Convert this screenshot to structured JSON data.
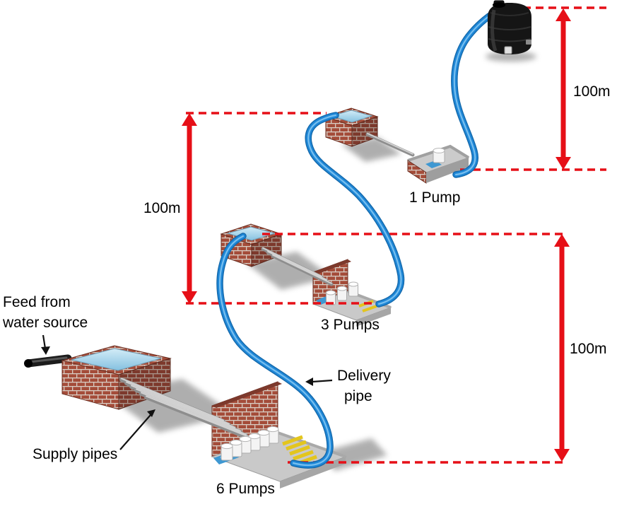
{
  "diagram": {
    "labels": {
      "feed_line1": "Feed from",
      "feed_line2": "water source",
      "supply_pipes": "Supply pipes",
      "delivery_line1": "Delivery",
      "delivery_line2": "pipe",
      "station_top": "1 Pump",
      "station_middle": "3 Pumps",
      "station_bottom": "6 Pumps",
      "elevation_top": "100m",
      "elevation_middle": "100m",
      "elevation_bottom": "100m"
    },
    "colors": {
      "dimension_red": "#e60f17",
      "delivery_pipe_blue": "#1f87d7",
      "delivery_pipe_highlight": "#7cc2f0",
      "supply_pipe_gray": "#8e8e8e",
      "brick_red": "#a44c39",
      "water_blue": "#a9d7ec",
      "concrete_gray": "#c9c9c9",
      "hazard_yellow": "#e3c51d",
      "tank_black": "#151515"
    }
  }
}
